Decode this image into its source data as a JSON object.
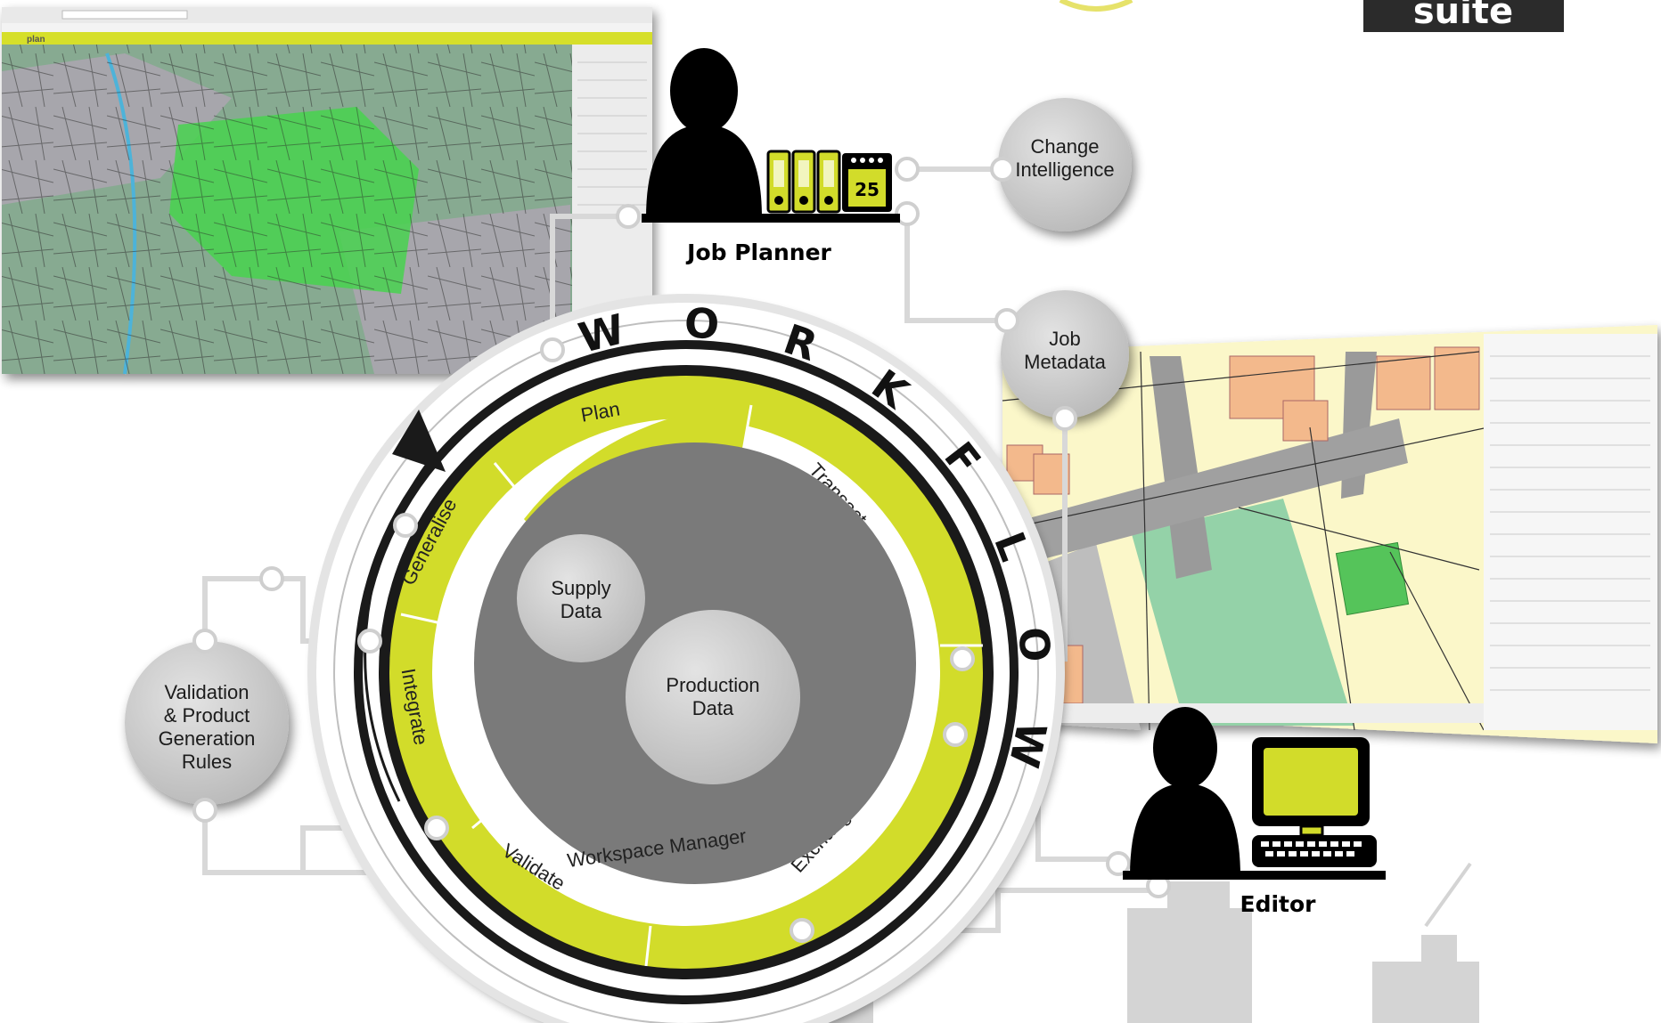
{
  "brand": {
    "logo_word": "suite"
  },
  "workflow": {
    "ring_word": "WORKFLOW",
    "segments": [
      "Plan",
      "Transact",
      "Exchange",
      "Validate",
      "Integrate",
      "Generalise"
    ],
    "core_label": "Workspace Manager",
    "circles": [
      {
        "lines": [
          "Supply",
          "Data"
        ]
      },
      {
        "lines": [
          "Production",
          "Data"
        ]
      }
    ]
  },
  "bubbles": [
    {
      "lines": [
        "Change",
        "Intelligence"
      ]
    },
    {
      "lines": [
        "Job",
        "Metadata"
      ]
    },
    {
      "lines": [
        "Validation",
        "& Product",
        "Generation",
        "Rules"
      ]
    }
  ],
  "roles": {
    "planner": "Job Planner",
    "editor": "Editor",
    "calendar_day": "25"
  },
  "map_app": {
    "logo": "plan"
  },
  "colors": {
    "accent": "#d2dc2a",
    "ring_dark": "#1a1a1a",
    "core_grey": "#7a7a7a",
    "bubble_grey": "#c9c9c9",
    "map_green": "#7fae8a",
    "highlight_green": "#44d64a"
  }
}
